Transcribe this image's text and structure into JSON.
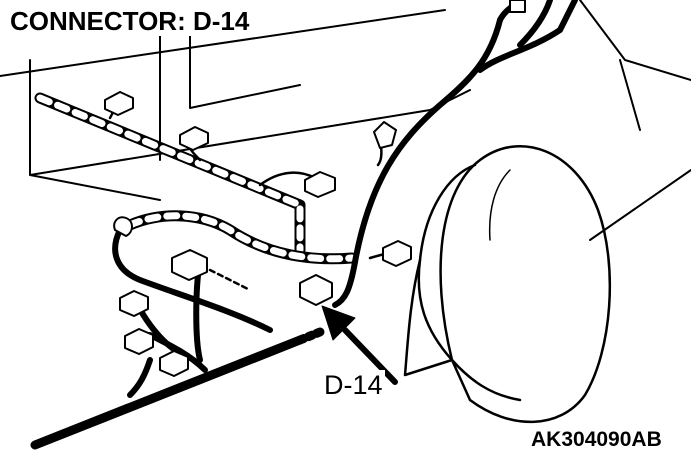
{
  "diagram": {
    "title": "CONNECTOR: D-14",
    "callout_label": "D-14",
    "reference_code": "AK304090AB"
  }
}
